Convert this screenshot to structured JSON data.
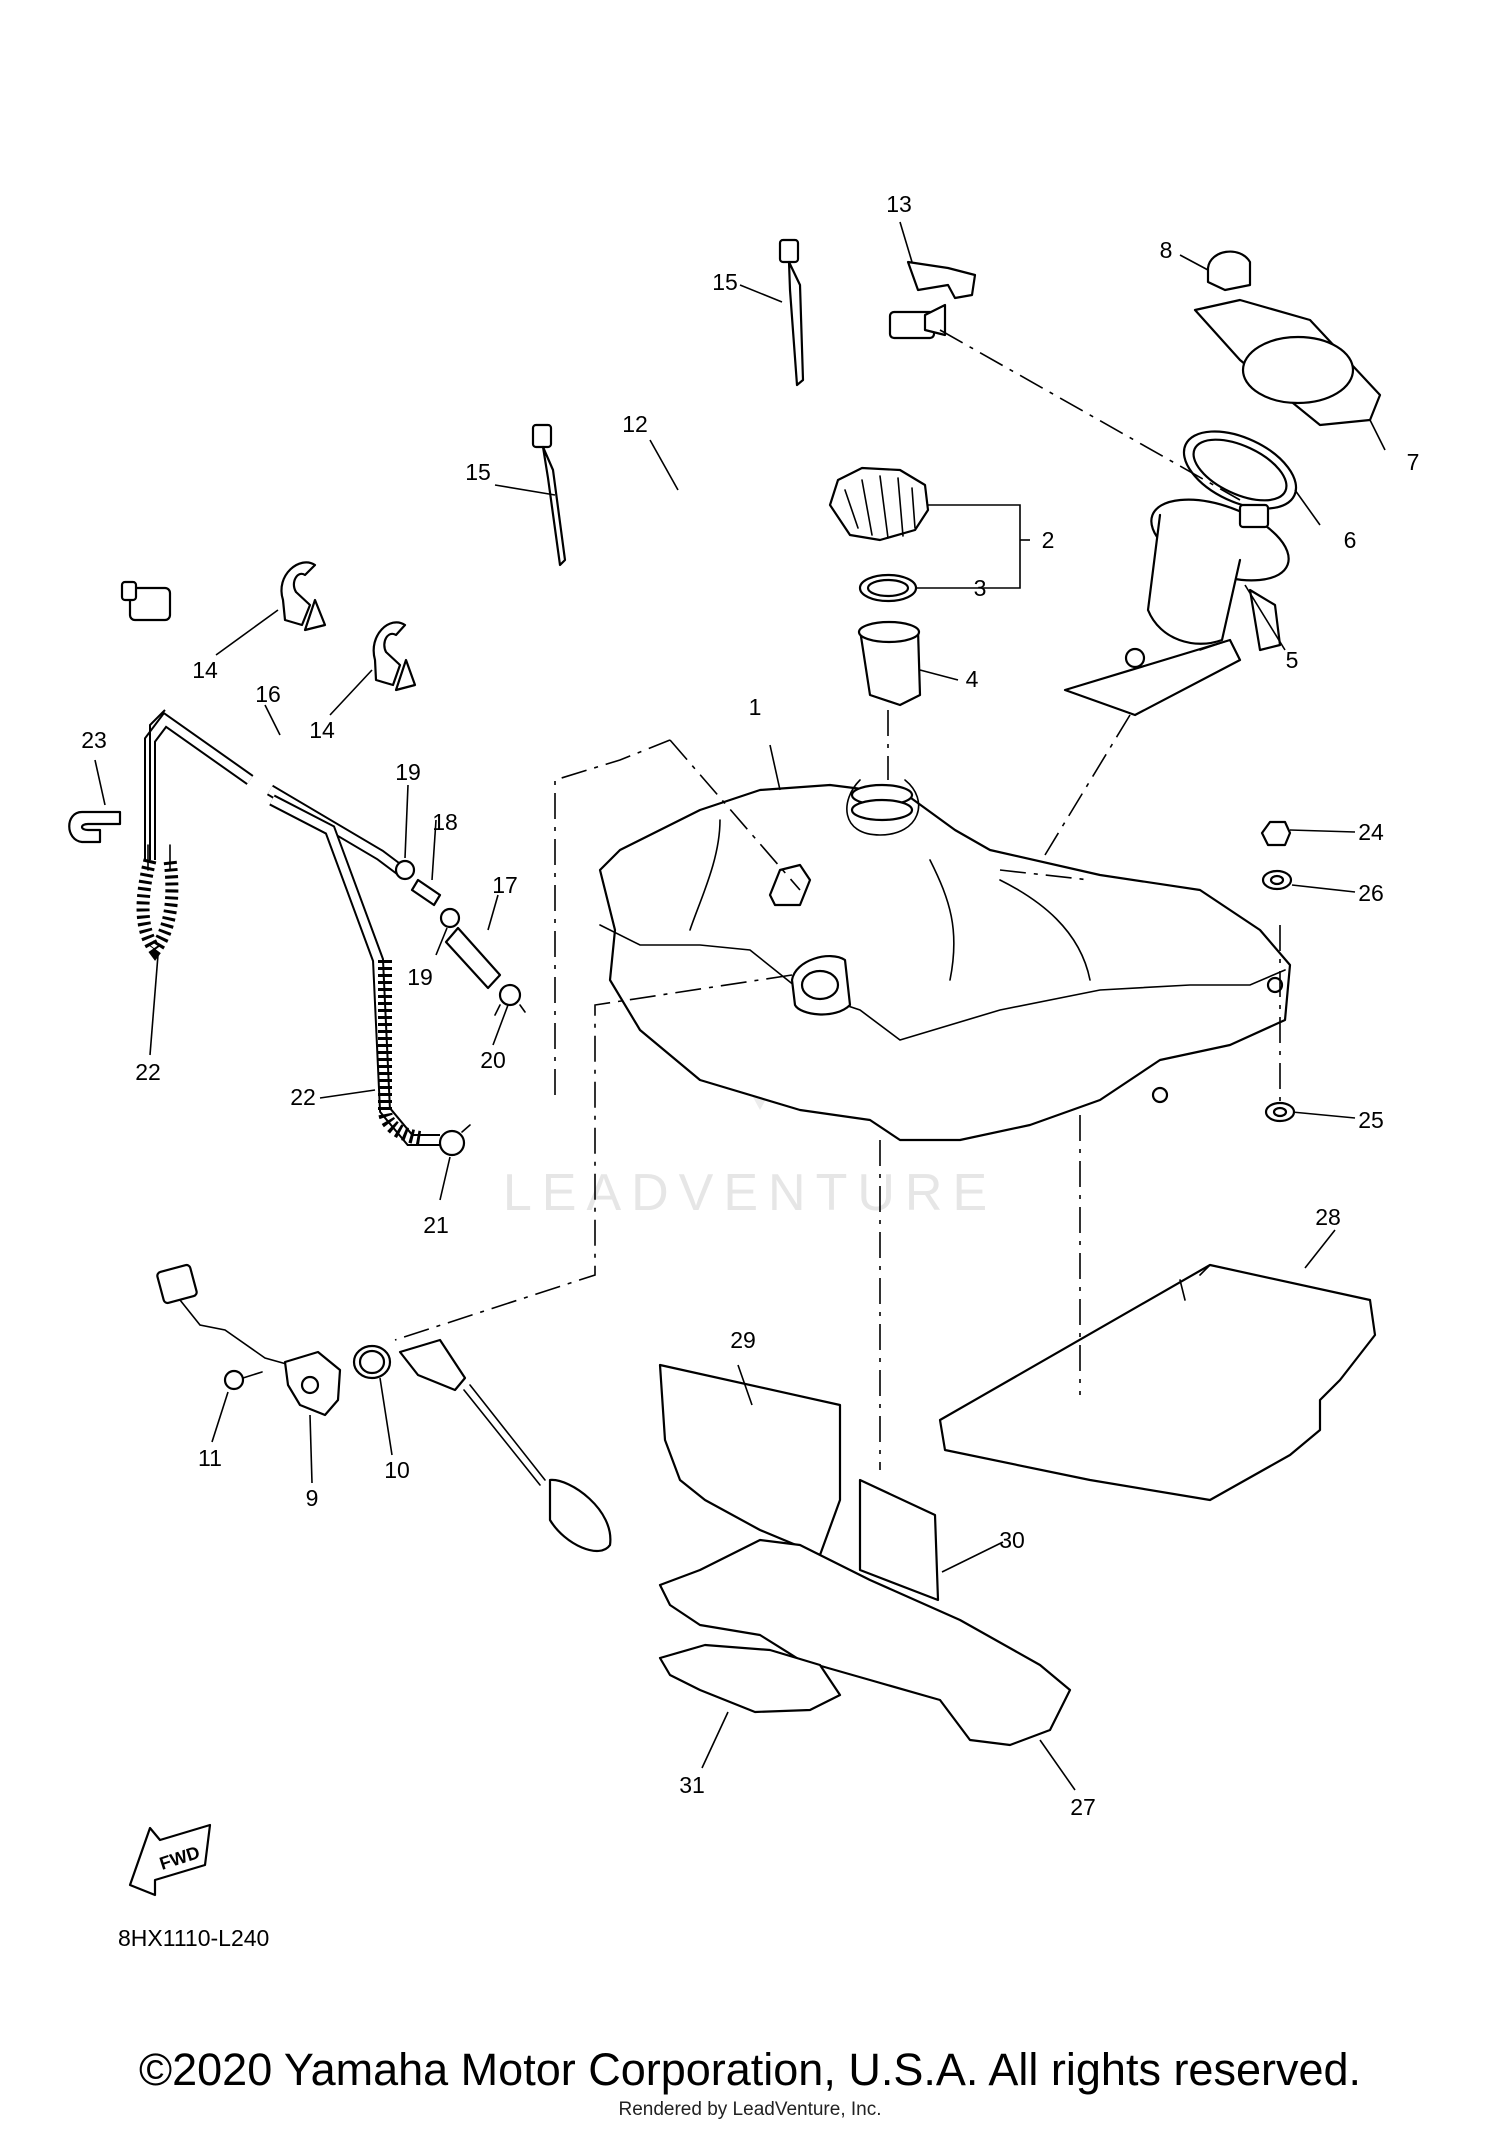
{
  "diagram": {
    "watermark": "LEADVENTURE",
    "fwd_label": "FWD",
    "diagram_code": "8HX1110-L240",
    "copyright": "©2020 Yamaha Motor Corporation, U.S.A. All rights reserved.",
    "rendered_by": "Rendered by LeadVenture, Inc.",
    "callouts": [
      {
        "id": "c1",
        "text": "1"
      },
      {
        "id": "c2",
        "text": "2"
      },
      {
        "id": "c3",
        "text": "3"
      },
      {
        "id": "c4",
        "text": "4"
      },
      {
        "id": "c5",
        "text": "5"
      },
      {
        "id": "c6",
        "text": "6"
      },
      {
        "id": "c7",
        "text": "7"
      },
      {
        "id": "c8",
        "text": "8"
      },
      {
        "id": "c9",
        "text": "9"
      },
      {
        "id": "c10",
        "text": "10"
      },
      {
        "id": "c11",
        "text": "11"
      },
      {
        "id": "c12",
        "text": "12"
      },
      {
        "id": "c13",
        "text": "13"
      },
      {
        "id": "c14a",
        "text": "14"
      },
      {
        "id": "c14b",
        "text": "14"
      },
      {
        "id": "c15a",
        "text": "15"
      },
      {
        "id": "c15b",
        "text": "15"
      },
      {
        "id": "c16",
        "text": "16"
      },
      {
        "id": "c17",
        "text": "17"
      },
      {
        "id": "c18",
        "text": "18"
      },
      {
        "id": "c19a",
        "text": "19"
      },
      {
        "id": "c19b",
        "text": "19"
      },
      {
        "id": "c20",
        "text": "20"
      },
      {
        "id": "c21",
        "text": "21"
      },
      {
        "id": "c22a",
        "text": "22"
      },
      {
        "id": "c22b",
        "text": "22"
      },
      {
        "id": "c23",
        "text": "23"
      },
      {
        "id": "c24",
        "text": "24"
      },
      {
        "id": "c25",
        "text": "25"
      },
      {
        "id": "c26",
        "text": "26"
      },
      {
        "id": "c27",
        "text": "27"
      },
      {
        "id": "c28",
        "text": "28"
      },
      {
        "id": "c29",
        "text": "29"
      },
      {
        "id": "c30",
        "text": "30"
      },
      {
        "id": "c31",
        "text": "31"
      }
    ]
  }
}
